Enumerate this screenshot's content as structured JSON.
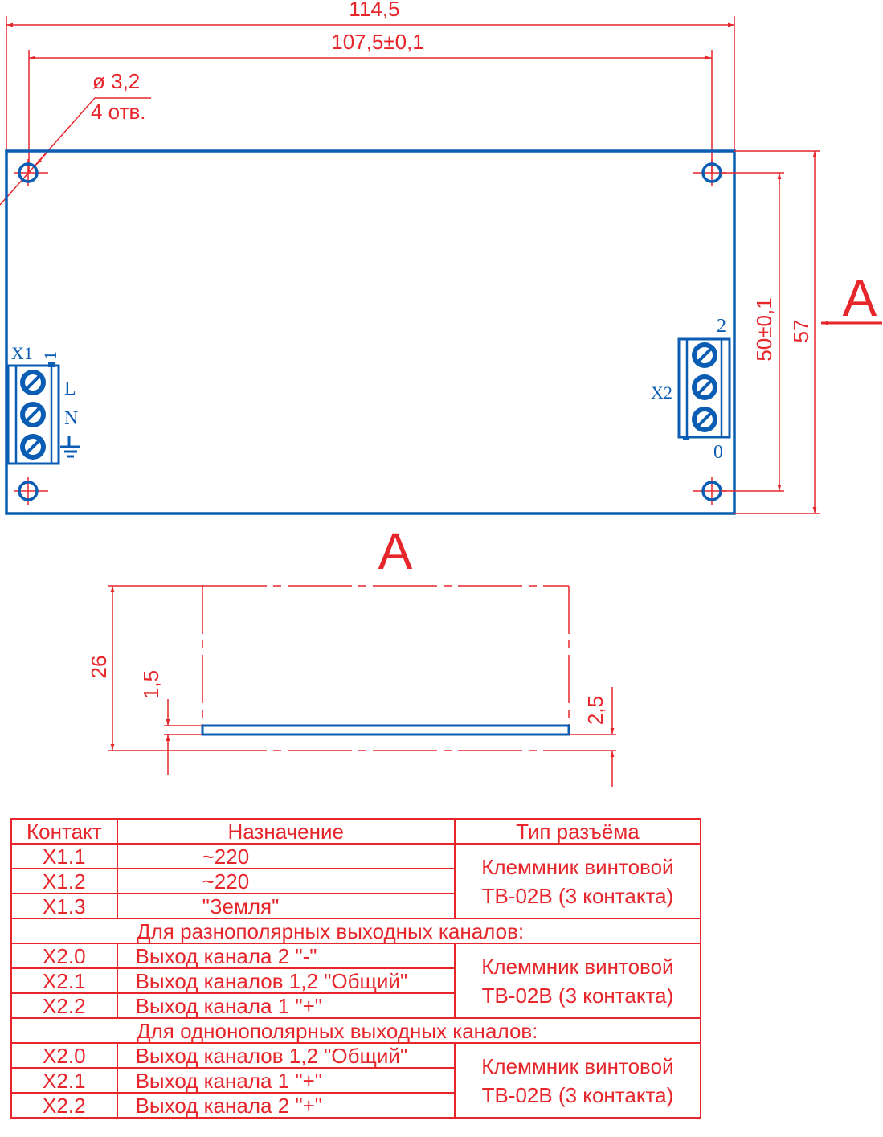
{
  "dimensions": {
    "overall_width": "114,5",
    "hole_spacing_x": "107,5±0,1",
    "hole_diameter": "ø 3,2",
    "hole_count": "4 отв.",
    "hole_spacing_y": "50±0,1",
    "overall_height": "57",
    "view_label": "A",
    "section_title": "A",
    "height_26": "26",
    "offset_1_5": "1,5",
    "thickness_2_5": "2,5"
  },
  "connectors": {
    "x1": {
      "label": "X1",
      "pin": "1",
      "L": "L",
      "N": "N"
    },
    "x2": {
      "label": "X2",
      "pin_top": "2",
      "pin_bottom": "0"
    }
  },
  "colors": {
    "dimension": "#e6262b",
    "board": "#0b5db3"
  },
  "table": {
    "headers": [
      "Контакт",
      "Назначение",
      "Тип разъёма"
    ],
    "connector_type": [
      "Клеммник винтовой",
      "ТВ-02В (3 контакта)"
    ],
    "group1": [
      [
        "X1.1",
        "~220"
      ],
      [
        "X1.2",
        "~220"
      ],
      [
        "X1.3",
        "\"Земля\""
      ]
    ],
    "section2": "Для разнополярных выходных каналов:",
    "group2": [
      [
        "X2.0",
        "Выход канала 2 \"-\""
      ],
      [
        "X2.1",
        "Выход каналов 1,2 \"Общий\""
      ],
      [
        "X2.2",
        "Выход канала 1 \"+\""
      ]
    ],
    "section3": "Для однонополярных выходных каналов:",
    "group3": [
      [
        "X2.0",
        "Выход каналов 1,2 \"Общий\""
      ],
      [
        "X2.1",
        "Выход канала 1 \"+\""
      ],
      [
        "X2.2",
        "Выход канала 2 \"+\""
      ]
    ]
  }
}
